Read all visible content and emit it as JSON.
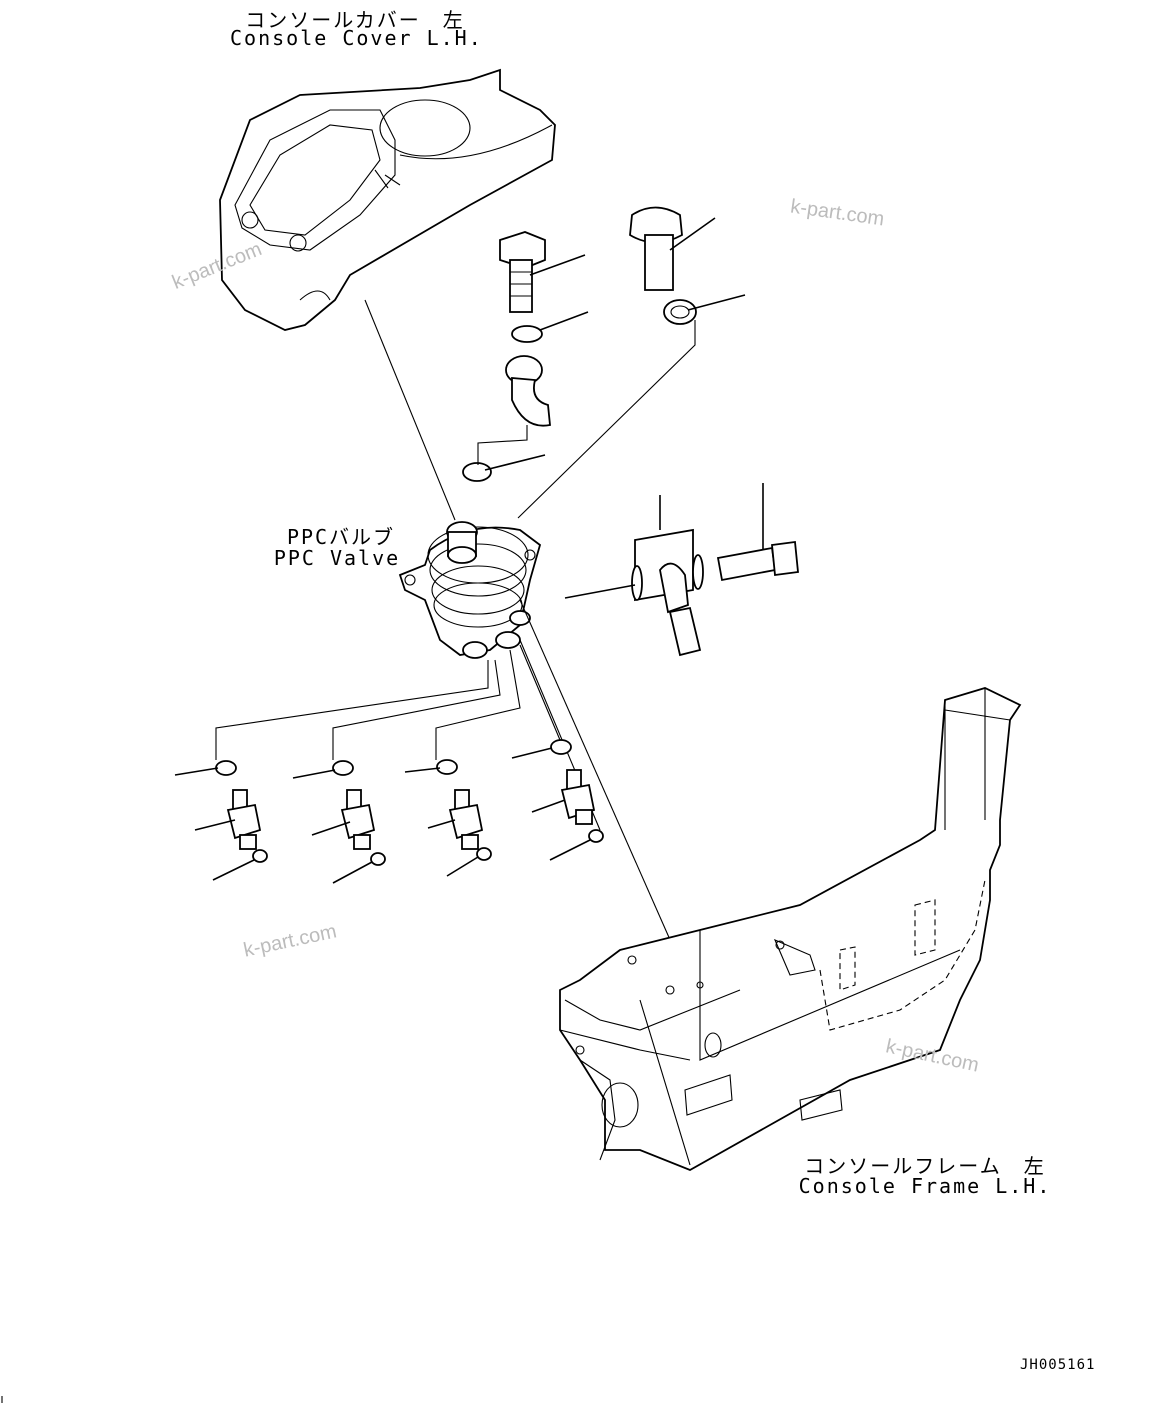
{
  "labels": {
    "console_cover_jp": "コンソールカバー　左",
    "console_cover_en": "Console Cover L.H.",
    "ppc_valve_jp": "PPCバルブ",
    "ppc_valve_en": "PPC Valve",
    "console_frame_jp": "コンソールフレーム　左",
    "console_frame_en": "Console Frame L.H."
  },
  "watermarks": [
    "k-part.com",
    "k-part.com",
    "k-part.com",
    "k-part.com"
  ],
  "drawing_code": "JH005161"
}
